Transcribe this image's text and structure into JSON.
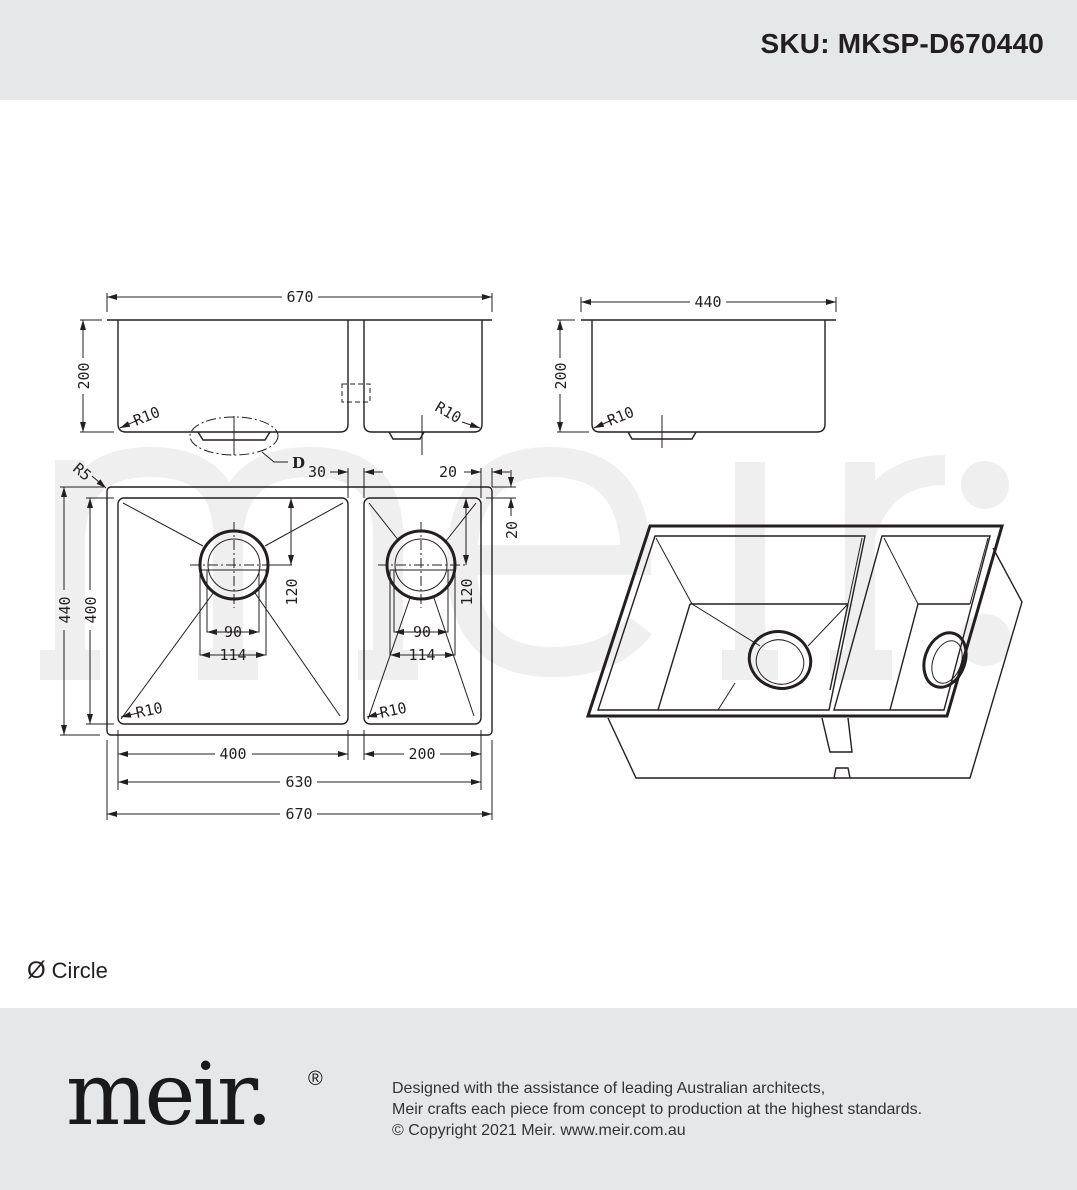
{
  "header": {
    "sku": "SKU: MKSP-D670440"
  },
  "watermark": "meir.",
  "drawing": {
    "front_view": {
      "width": "670",
      "height": "200",
      "radius_left": "R10",
      "radius_right": "R10",
      "detail": "D"
    },
    "side_view": {
      "width": "440",
      "height": "200",
      "radius": "R10"
    },
    "plan_view": {
      "corner_radius": "R5",
      "divider": "30",
      "edge_top": "20",
      "edge_right": "20",
      "outer_depth": "440",
      "bowl_depth": "400",
      "left_bowl": {
        "drain_offset": "120",
        "inner": "90",
        "outer": "114",
        "radius": "R10",
        "width": "400"
      },
      "right_bowl": {
        "drain_offset": "120",
        "inner": "90",
        "outer": "114",
        "radius": "R10",
        "width": "200"
      },
      "inner_width": "630",
      "overall_width": "670"
    }
  },
  "legend": {
    "symbol": "Ø",
    "label": "Circle"
  },
  "footer": {
    "logo": "meir.",
    "registered": "®",
    "lines": [
      "Designed with the assistance of leading Australian architects,",
      "Meir crafts each piece from concept to production at the highest standards.",
      "© Copyright 2021 Meir. www.meir.com.au"
    ]
  }
}
